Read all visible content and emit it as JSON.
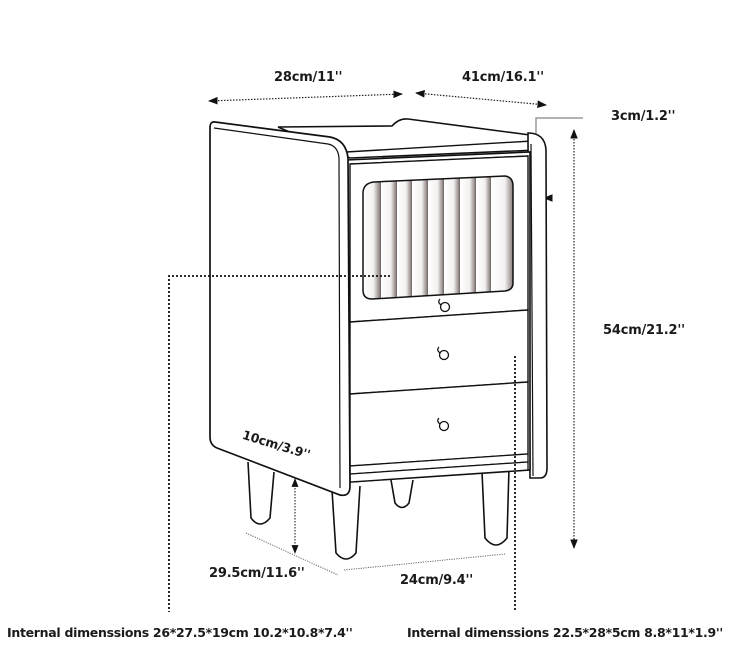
{
  "diagram": {
    "subject": "nightstand",
    "dimensions": {
      "width_top": "28cm/11''",
      "depth_top": "41cm/16.1''",
      "side_thickness": "3cm/1.2''",
      "height": "54cm/21.2''",
      "leg_height": "10cm/3.9''",
      "base_depth": "29.5cm/11.6''",
      "base_width": "24cm/9.4''"
    },
    "internal": {
      "cabinet": "Internal dimenssions 26*27.5*19cm  10.2*10.8*7.4''",
      "drawer": "Internal dimenssions 22.5*28*5cm  8.8*11*1.9''"
    },
    "colors": {
      "line": "#111111",
      "leader": "#999999",
      "slat_shadow": "#8a8280",
      "background": "#ffffff"
    }
  }
}
